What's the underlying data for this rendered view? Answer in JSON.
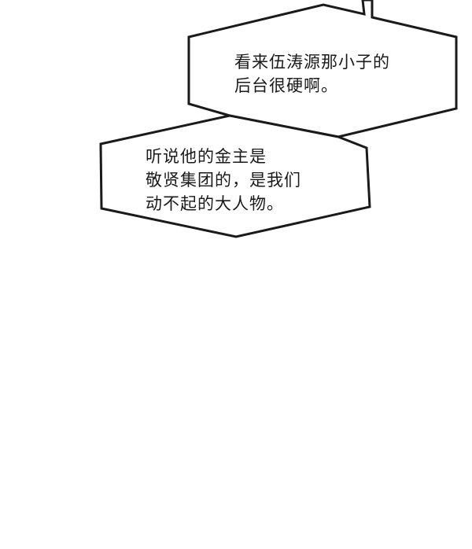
{
  "bubbles": [
    {
      "lines": [
        "看来伍涛源那小子的",
        "后台很硬啊。"
      ]
    },
    {
      "lines": [
        "听说他的金主是",
        "敬贤集团的，是我们",
        "动不起的大人物。"
      ]
    }
  ]
}
